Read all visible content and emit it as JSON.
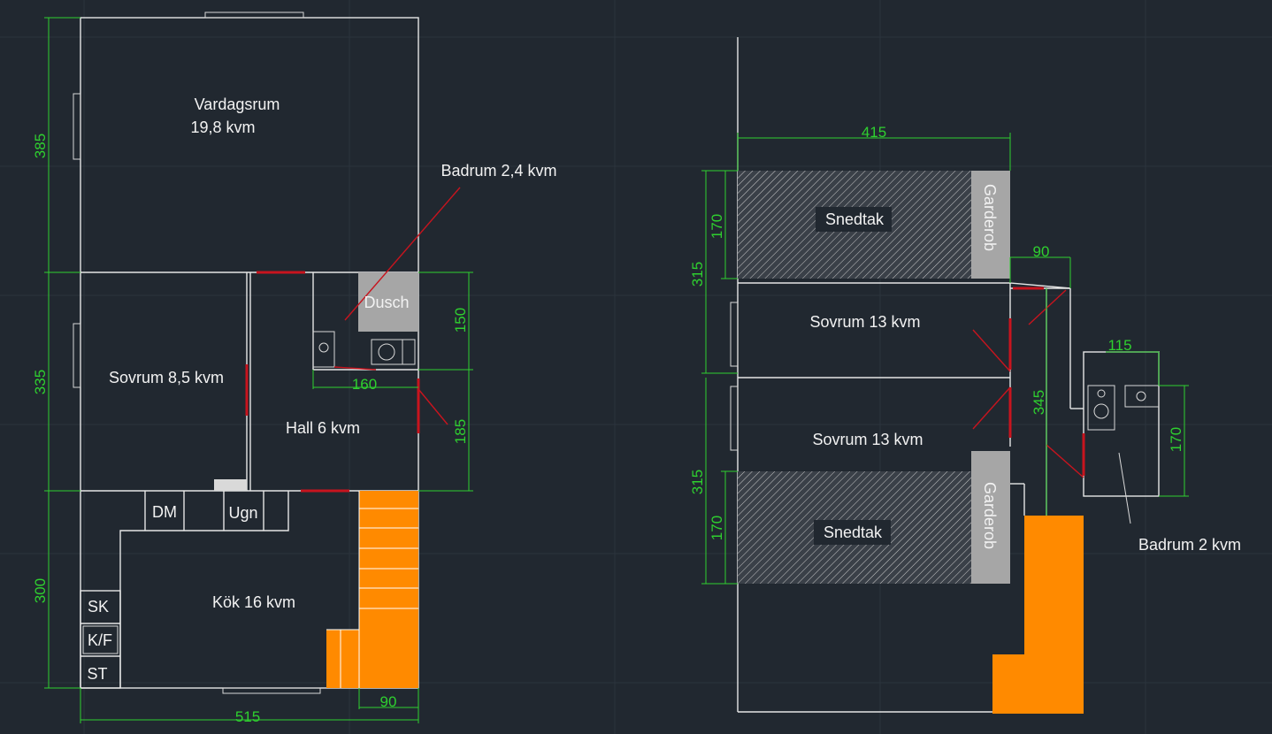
{
  "ground_floor": {
    "rooms": {
      "living": "Vardagsrum",
      "living_area": "19,8 kvm",
      "bath_label": "Badrum 2,4 kvm",
      "shower": "Dusch",
      "bedroom": "Sovrum 8,5 kvm",
      "hall": "Hall 6 kvm",
      "kitchen": "Kök 16 kvm"
    },
    "appliances": {
      "dishwasher": "DM",
      "oven": "Ugn",
      "cabinet": "SK",
      "fridge": "K/F",
      "stove": "ST"
    },
    "dimensions": {
      "d385": "385",
      "d335": "335",
      "d300": "300",
      "d150": "150",
      "d185": "185",
      "d160": "160",
      "d515": "515",
      "d90": "90"
    }
  },
  "upper_floor": {
    "rooms": {
      "slope_top": "Snedtak",
      "slope_bottom": "Snedtak",
      "wardrobe_top": "Garderob",
      "wardrobe_bottom": "Garderob",
      "bedroom_top": "Sovrum 13 kvm",
      "bedroom_bottom": "Sovrum 13 kvm",
      "bath_label": "Badrum 2 kvm"
    },
    "dimensions": {
      "d415": "415",
      "d170_top": "170",
      "d315_top": "315",
      "d90": "90",
      "d345": "345",
      "d115": "115",
      "d170_bath": "170",
      "d315_bottom": "315",
      "d170_bottom": "170"
    }
  },
  "colors": {
    "background": "#212830",
    "wall": "#e6e6e6",
    "dimension": "#2fd02f",
    "door": "#c8141e",
    "stairs": "#ff8a00",
    "fixture": "#a6a6a6"
  }
}
